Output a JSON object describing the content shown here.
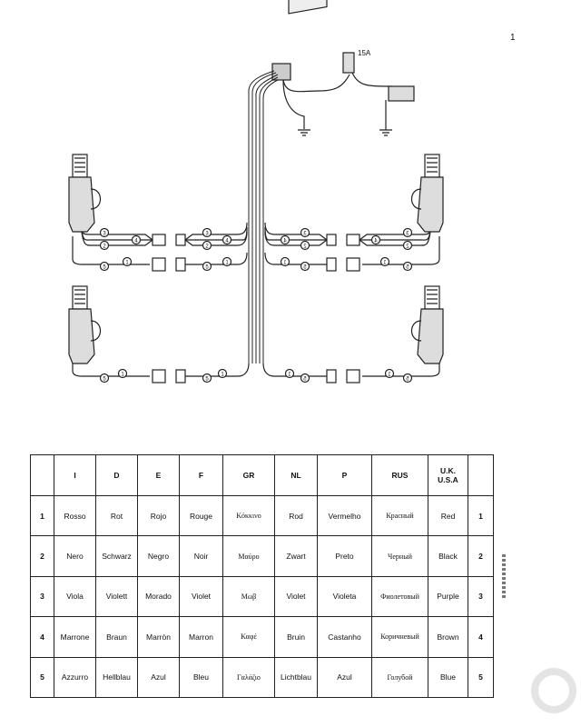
{
  "page_number": "1",
  "diagram": {
    "fuse_label": "15A",
    "wire_numbers": [
      "1",
      "2",
      "3",
      "4",
      "5"
    ]
  },
  "table": {
    "headers": [
      "",
      "I",
      "D",
      "E",
      "F",
      "GR",
      "NL",
      "P",
      "RUS",
      "U.K.\nU.S.A",
      ""
    ],
    "rows": [
      {
        "num": "1",
        "cells": [
          "Rosso",
          "Rot",
          "Rojo",
          "Rouge",
          "Κόκκινο",
          "Rod",
          "Vermelho",
          "Красный",
          "Red"
        ]
      },
      {
        "num": "2",
        "cells": [
          "Nero",
          "Schwarz",
          "Negro",
          "Noir",
          "Μαύρο",
          "Zwart",
          "Preto",
          "Черный",
          "Black"
        ]
      },
      {
        "num": "3",
        "cells": [
          "Viola",
          "Violett",
          "Morado",
          "Violet",
          "Μωβ",
          "Violet",
          "Violeta",
          "Фиолетовый",
          "Purple"
        ]
      },
      {
        "num": "4",
        "cells": [
          "Marrone",
          "Braun",
          "Marròn",
          "Marron",
          "Καφέ",
          "Bruin",
          "Castanho",
          "Коричневый",
          "Brown"
        ]
      },
      {
        "num": "5",
        "cells": [
          "Azzurro",
          "Hellblau",
          "Azul",
          "Bleu",
          "Γαλάζιο",
          "Lichtblau",
          "Azul",
          "Голубой",
          "Blue"
        ]
      }
    ]
  }
}
